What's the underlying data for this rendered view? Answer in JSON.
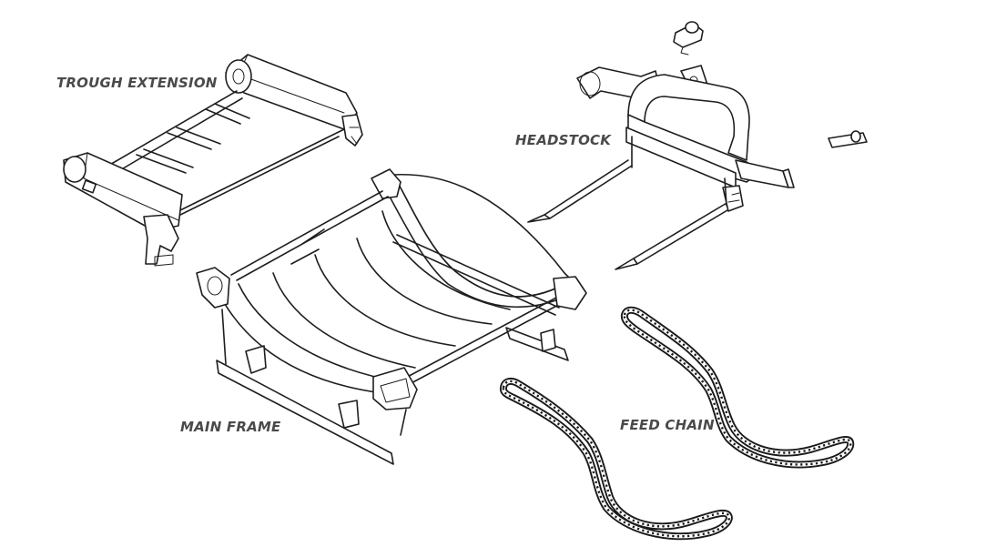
{
  "labels": {
    "trough_extension": "TROUGH EXTENSION",
    "headstock": "HEADSTOCK",
    "main_frame": "MAIN FRAME",
    "feed_chain": "FEED CHAIN"
  },
  "colors": {
    "ink": "#1e1e1e",
    "label": "#4a4a4a",
    "background": "#ffffff"
  }
}
